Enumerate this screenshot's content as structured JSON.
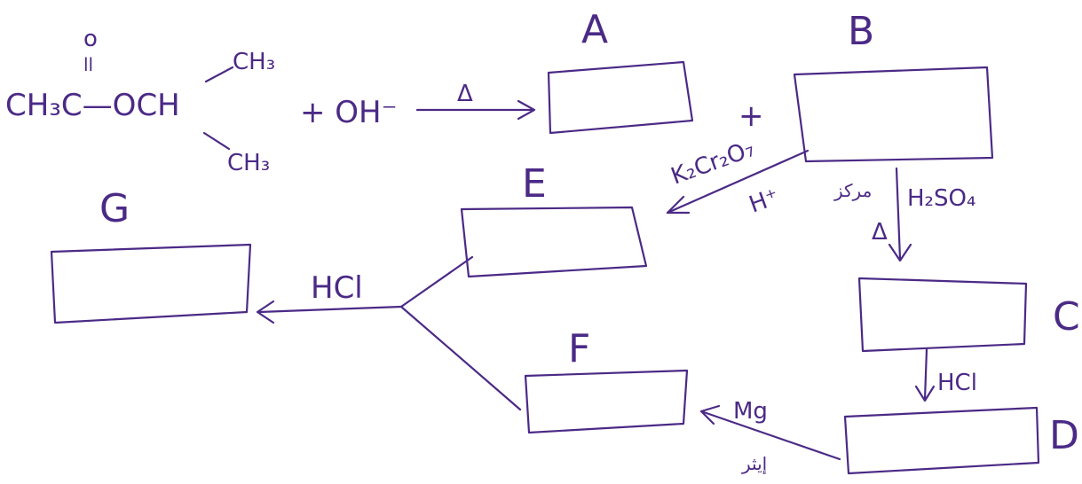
{
  "reactant": {
    "carbonyl_o": "o",
    "double_bond": "ll",
    "main": "CH₃C—OCH",
    "top_methyl": "CH₃",
    "bottom_methyl": "CH₃",
    "plus_oh": "+ OH⁻"
  },
  "conditions": {
    "heat": "Δ",
    "k2cr2o7": "K₂Cr₂O₇",
    "h_plus": "H⁺",
    "h2so4": "H₂SO₄",
    "h2so4_arabic": "مركز",
    "heat2": "Δ",
    "hcl_1": "HCl",
    "hcl_2": "HCl",
    "mg": "Mg",
    "ether_arabic": "إيثر"
  },
  "plus_sign": "+",
  "boxes": {
    "A": "A",
    "B": "B",
    "C": "C",
    "D": "D",
    "E": "E",
    "F": "F",
    "G": "G"
  },
  "ink_color": "#4b2a86"
}
